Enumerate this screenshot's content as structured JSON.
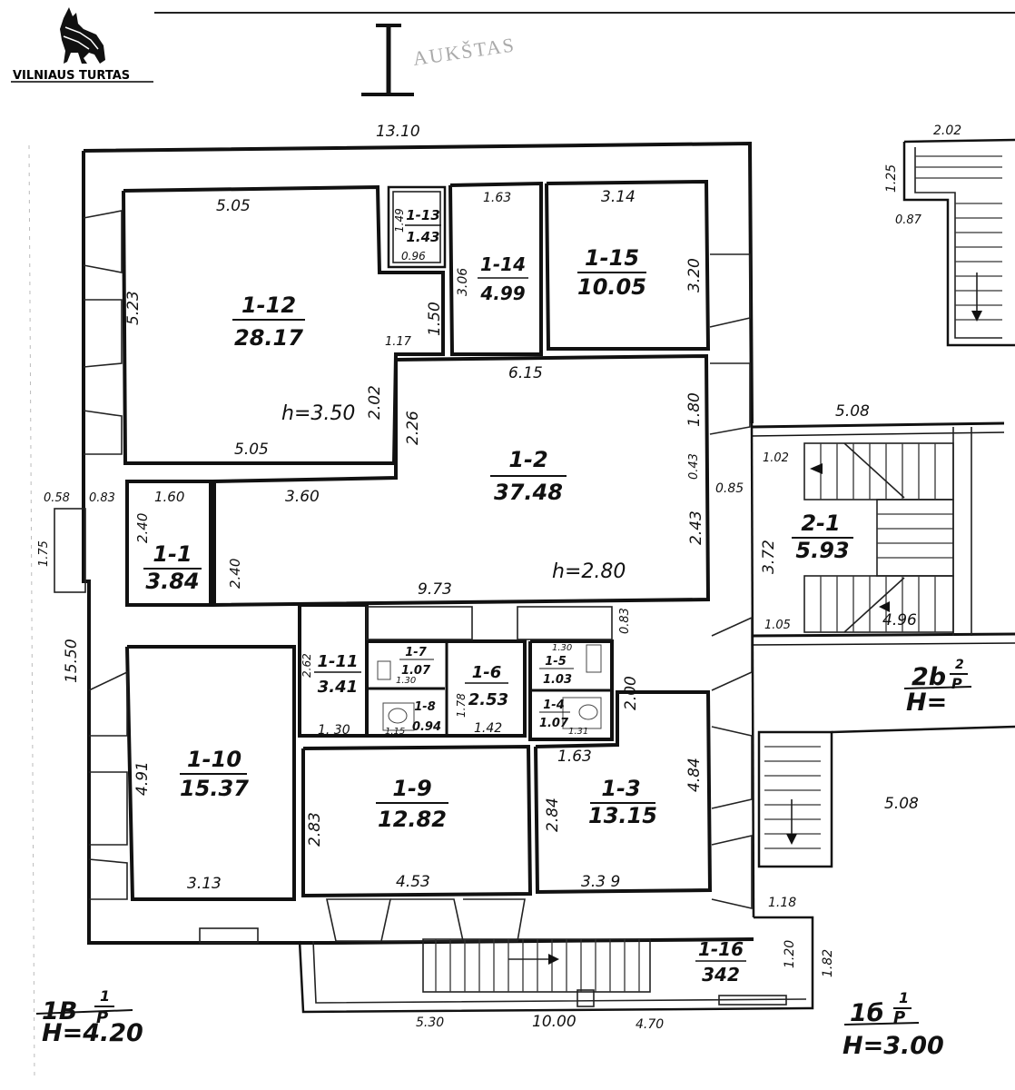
{
  "logo": {
    "text": "VILNIAUS TURTAS"
  },
  "floor": {
    "marker": "I",
    "stamp": "AUKŠTAS"
  },
  "building_marks": {
    "b1_code": "1B",
    "b1_frac_num": "1",
    "b1_frac_den": "P",
    "b1_height": "H=4.20",
    "b2_code": "1б",
    "b2_frac_num": "1",
    "b2_frac_den": "P",
    "b2_height": "H=3.00",
    "b3_code": "2b",
    "b3_frac_num": "2",
    "b3_frac_den": "P",
    "b3_height": "H="
  },
  "rooms": [
    {
      "id": "1-12",
      "area": "28.17"
    },
    {
      "id": "1-13",
      "area": "1.43"
    },
    {
      "id": "1-14",
      "area": "4.99"
    },
    {
      "id": "1-15",
      "area": "10.05"
    },
    {
      "id": "1-2",
      "area": "37.48"
    },
    {
      "id": "1-1",
      "area": "3.84"
    },
    {
      "id": "2-1",
      "area": "5.93"
    },
    {
      "id": "1-11",
      "area": "3.41"
    },
    {
      "id": "1-7",
      "area": "1.07"
    },
    {
      "id": "1-8",
      "area": "0.94"
    },
    {
      "id": "1-6",
      "area": "2.53"
    },
    {
      "id": "1-5",
      "area": "1.03"
    },
    {
      "id": "1-4",
      "area": "1.07"
    },
    {
      "id": "1-10",
      "area": "15.37"
    },
    {
      "id": "1-9",
      "area": "12.82"
    },
    {
      "id": "1-3",
      "area": "13.15"
    },
    {
      "id": "1-16",
      "area": "342"
    }
  ],
  "heights": {
    "h1": "h=3.50",
    "h2": "h=2.80"
  },
  "dimensions": {
    "top_overall": "13.10",
    "left_overall": "15.50",
    "bottom_overall": "10.00",
    "r12_top": "5.05",
    "r12_bottom": "5.05",
    "r12_left": "5.23",
    "r12_side": "2.02",
    "r12_small": "1.50",
    "r13_h": "1.49",
    "r13_w": "0.96",
    "r14_w": "1.63",
    "r14_h": "3.06",
    "r15_w": "3.14",
    "r15_h": "3.20",
    "r2_top": "6.15",
    "r2_right": "1.80",
    "r2_left": "2.26",
    "r2_notch": "1.17",
    "r2_lower_left": "3.60",
    "r2_bottom": "9.73",
    "r2_r1": "0.43",
    "r2_r2": "0.85",
    "r2_r3": "2.43",
    "r2_r4": "0.83",
    "r1_w": "1.60",
    "r1_h1": "2.40",
    "r1_h2": "2.40",
    "r1_a": "0.58",
    "r1_b": "0.83",
    "r1_c": "1.75",
    "stair_top": "5.08",
    "stair_a": "1.02",
    "stair_b": "3.72",
    "stair_c": "1.05",
    "stair_d": "4.96",
    "top_stair_w": "2.02",
    "top_stair_h": "1.25",
    "top_stair_x": "0.87",
    "r11_h": "2.62",
    "r11_w": "1. 30",
    "r7_w": "1.30",
    "r8_a": "1.30",
    "r8_b": "1.15",
    "r6_h": "1.78",
    "r6_w": "1.42",
    "r5_w": "1.30",
    "r4_w": "1.31",
    "r4_h": "2.00",
    "r10_h": "4.91",
    "r10_w": "3.13",
    "r9_h": "2.83",
    "r9_w": "4.53",
    "r3_w": "1.63",
    "r3_h": "2.84",
    "r3_r": "4.84",
    "r3_b": "3.3 9",
    "r16_a": "1.18",
    "r16_b": "1.82",
    "r16_c": "1.20",
    "bottom_a": "5.30",
    "bottom_b": "4.70",
    "side_right": "5.08"
  }
}
